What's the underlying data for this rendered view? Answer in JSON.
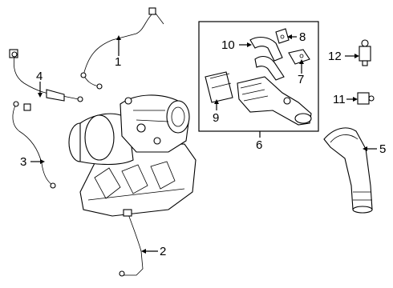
{
  "callouts": [
    {
      "id": "1",
      "text": "1"
    },
    {
      "id": "2",
      "text": "2"
    },
    {
      "id": "3",
      "text": "3"
    },
    {
      "id": "4",
      "text": "4"
    },
    {
      "id": "5",
      "text": "5"
    },
    {
      "id": "6",
      "text": "6"
    },
    {
      "id": "7",
      "text": "7"
    },
    {
      "id": "8",
      "text": "8"
    },
    {
      "id": "9",
      "text": "9"
    },
    {
      "id": "10",
      "text": "10"
    },
    {
      "id": "11",
      "text": "11"
    },
    {
      "id": "12",
      "text": "12"
    }
  ],
  "colors": {
    "line": "#000000",
    "background": "#ffffff"
  }
}
